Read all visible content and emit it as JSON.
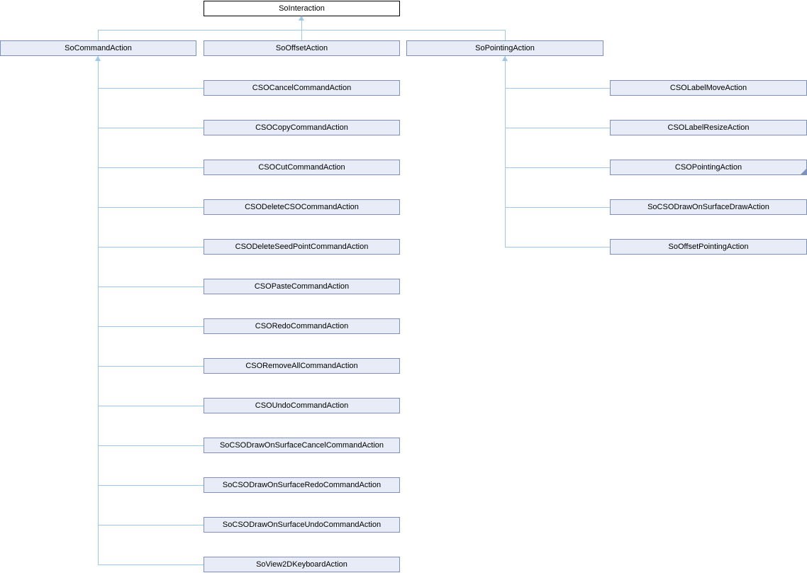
{
  "diagram": {
    "root": {
      "label": "SoInteraction"
    },
    "level2": [
      {
        "label": "SoCommandAction"
      },
      {
        "label": "SoOffsetAction"
      },
      {
        "label": "SoPointingAction"
      }
    ],
    "command_children": [
      {
        "label": "CSOCancelCommandAction"
      },
      {
        "label": "CSOCopyCommandAction"
      },
      {
        "label": "CSOCutCommandAction"
      },
      {
        "label": "CSODeleteCSOCommandAction"
      },
      {
        "label": "CSODeleteSeedPointCommandAction"
      },
      {
        "label": "CSOPasteCommandAction"
      },
      {
        "label": "CSORedoCommandAction"
      },
      {
        "label": "CSORemoveAllCommandAction"
      },
      {
        "label": "CSOUndoCommandAction"
      },
      {
        "label": "SoCSODrawOnSurfaceCancelCommandAction"
      },
      {
        "label": "SoCSODrawOnSurfaceRedoCommandAction"
      },
      {
        "label": "SoCSODrawOnSurfaceUndoCommandAction"
      },
      {
        "label": "SoView2DKeyboardAction"
      }
    ],
    "pointing_children": [
      {
        "label": "CSOLabelMoveAction"
      },
      {
        "label": "CSOLabelResizeAction"
      },
      {
        "label": "CSOPointingAction",
        "has_hidden_children": true
      },
      {
        "label": "SoCSODrawOnSurfaceDrawAction"
      },
      {
        "label": "SoOffsetPointingAction"
      }
    ],
    "colors": {
      "node_fill": "#e8ecf6",
      "node_border": "#7e90bd",
      "connector": "#9fc7e8",
      "root_fill": "#ffffff",
      "root_border": "#000000",
      "text": "#000000"
    }
  }
}
